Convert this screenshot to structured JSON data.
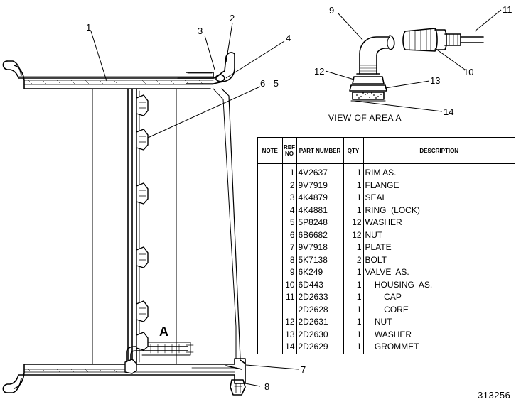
{
  "callouts": {
    "c1": "1",
    "c2": "2",
    "c3": "3",
    "c4": "4",
    "c65": "6 - 5",
    "c7": "7",
    "c8": "8",
    "c9": "9",
    "c10": "10",
    "c11": "11",
    "c12": "12",
    "c13": "13",
    "c14": "14"
  },
  "area_label": "A",
  "view_label": "VIEW  OF  AREA  A",
  "drawing_number": "313256",
  "table": {
    "headers": {
      "note": "NOTE",
      "ref": "REF NO",
      "part": "PART NUMBER",
      "qty": "QTY",
      "desc": "DESCRIPTION"
    },
    "rows": [
      {
        "ref": "1",
        "part": "4V2637",
        "qty": "1",
        "desc": "RIM AS."
      },
      {
        "ref": "2",
        "part": "9V7919",
        "qty": "1",
        "desc": "FLANGE"
      },
      {
        "ref": "3",
        "part": "4K4879",
        "qty": "1",
        "desc": "SEAL"
      },
      {
        "ref": "4",
        "part": "4K4881",
        "qty": "1",
        "desc": "RING  (LOCK)"
      },
      {
        "ref": "5",
        "part": "5P8248",
        "qty": "12",
        "desc": "WASHER"
      },
      {
        "ref": "6",
        "part": "6B6682",
        "qty": "12",
        "desc": "NUT"
      },
      {
        "ref": "7",
        "part": "9V7918",
        "qty": "1",
        "desc": "PLATE"
      },
      {
        "ref": "8",
        "part": "5K7138",
        "qty": "2",
        "desc": "BOLT"
      },
      {
        "ref": "9",
        "part": "6K249",
        "qty": "1",
        "desc": "VALVE  AS."
      },
      {
        "ref": "10",
        "part": "6D443",
        "qty": "1",
        "desc": "    HOUSING  AS."
      },
      {
        "ref": "11",
        "part": "2D2633",
        "qty": "1",
        "desc": "        CAP"
      },
      {
        "ref": "",
        "part": "2D2628",
        "qty": "1",
        "desc": "        CORE"
      },
      {
        "ref": "12",
        "part": "2D2631",
        "qty": "1",
        "desc": "    NUT"
      },
      {
        "ref": "13",
        "part": "2D2630",
        "qty": "1",
        "desc": "    WASHER"
      },
      {
        "ref": "14",
        "part": "2D2629",
        "qty": "1",
        "desc": "    GROMMET"
      }
    ]
  }
}
